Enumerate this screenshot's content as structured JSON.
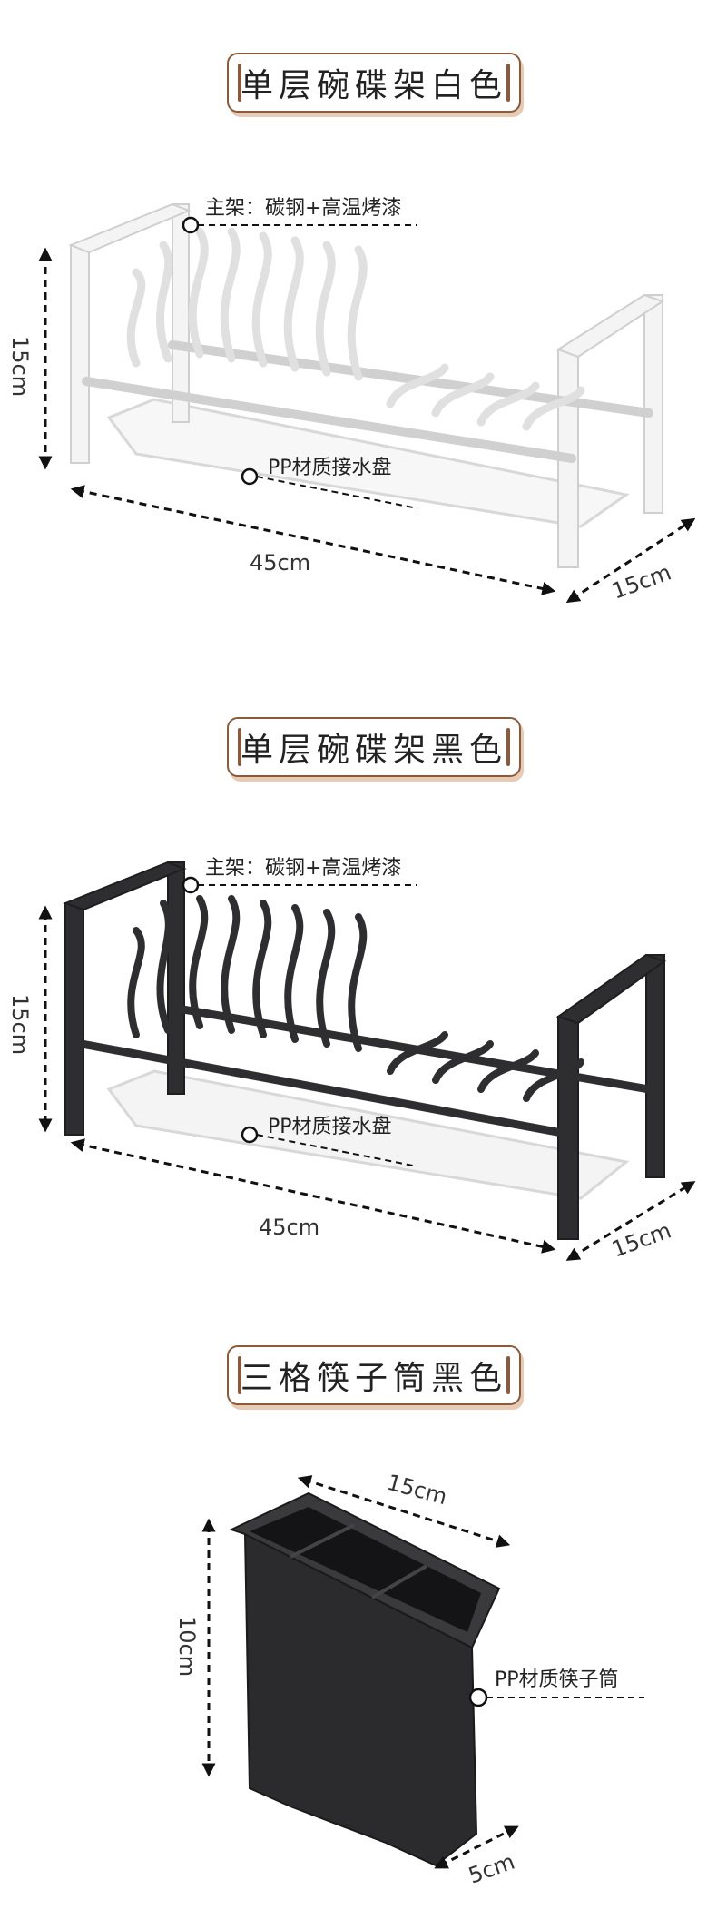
{
  "sections": [
    {
      "title": "单层碗碟架白色",
      "frame_label": "主架：碳钢+高温烤漆",
      "tray_label": "PP材质接水盘",
      "height_dim": "15cm",
      "width_dim": "45cm",
      "depth_dim": "15cm",
      "rack_color": "#f2f2f2"
    },
    {
      "title": "单层碗碟架黑色",
      "frame_label": "主架：碳钢+高温烤漆",
      "tray_label": "PP材质接水盘",
      "height_dim": "15cm",
      "width_dim": "45cm",
      "depth_dim": "15cm",
      "rack_color": "#2e2e30"
    },
    {
      "title": "三格筷子筒黑色",
      "label": "PP材质筷子筒",
      "top_dim": "15cm",
      "height_dim": "10cm",
      "depth_dim": "5cm",
      "holder_color": "#2b2b2d"
    }
  ],
  "colors": {
    "title_border": "#8a5a3a",
    "title_shadow": "#e8cbb5"
  }
}
